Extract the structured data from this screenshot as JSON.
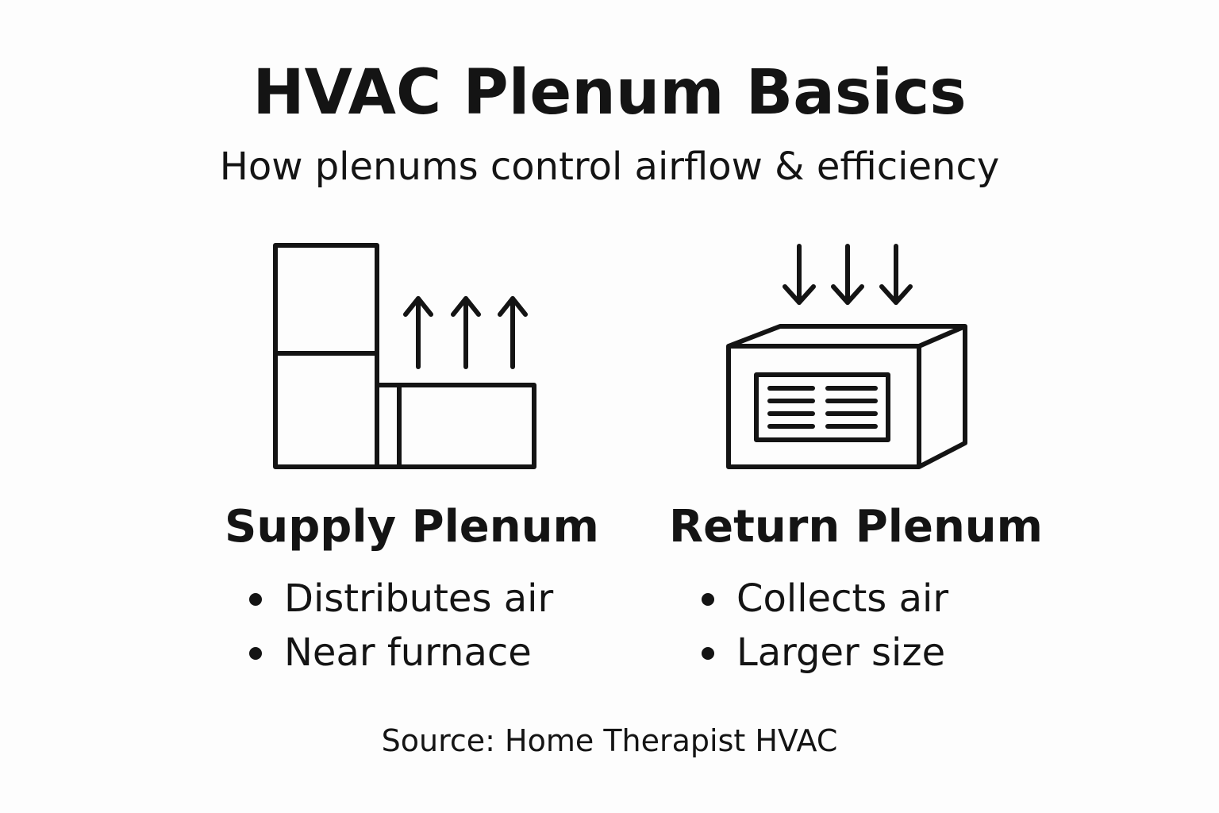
{
  "header": {
    "title": "HVAC Plenum Basics",
    "subtitle": "How plenums control airflow & efficiency"
  },
  "sections": [
    {
      "title": "Supply Plenum",
      "icon": "supply-plenum-icon",
      "airflow": "up-arrows",
      "bullets": [
        "Distributes air",
        "Near furnace"
      ]
    },
    {
      "title": "Return Plenum",
      "icon": "return-plenum-icon",
      "airflow": "down-arrows",
      "bullets": [
        "Collects air",
        "Larger size"
      ]
    }
  ],
  "footer": {
    "source": "Source: Home Therapist HVAC"
  },
  "colors": {
    "background": "#fdfdfd",
    "ink": "#141414"
  }
}
